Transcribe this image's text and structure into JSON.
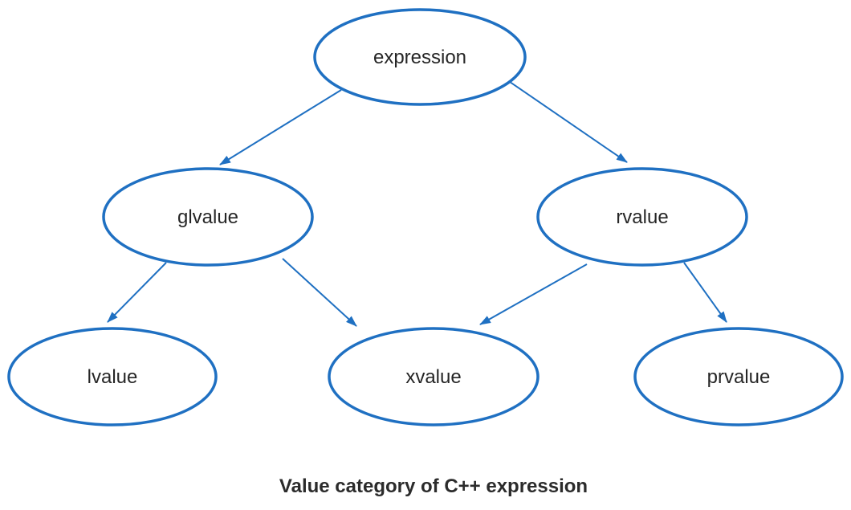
{
  "diagram": {
    "title": "Value category of C++ expression",
    "type": "tree",
    "nodes": {
      "expression": {
        "label": "expression"
      },
      "glvalue": {
        "label": "glvalue"
      },
      "rvalue": {
        "label": "rvalue"
      },
      "lvalue": {
        "label": "lvalue"
      },
      "xvalue": {
        "label": "xvalue"
      },
      "prvalue": {
        "label": "prvalue"
      }
    },
    "edges": [
      {
        "from": "expression",
        "to": "glvalue"
      },
      {
        "from": "expression",
        "to": "rvalue"
      },
      {
        "from": "glvalue",
        "to": "lvalue"
      },
      {
        "from": "glvalue",
        "to": "xvalue"
      },
      {
        "from": "rvalue",
        "to": "xvalue"
      },
      {
        "from": "rvalue",
        "to": "prvalue"
      }
    ],
    "caption": "Value category of C++ expression",
    "colors": {
      "node_stroke": "#1f70c2",
      "arrow": "#1f70c2",
      "node_fill": "#ffffff",
      "label_text": "#262626",
      "caption_text": "#2b2b2b",
      "background": "#ffffff"
    }
  }
}
